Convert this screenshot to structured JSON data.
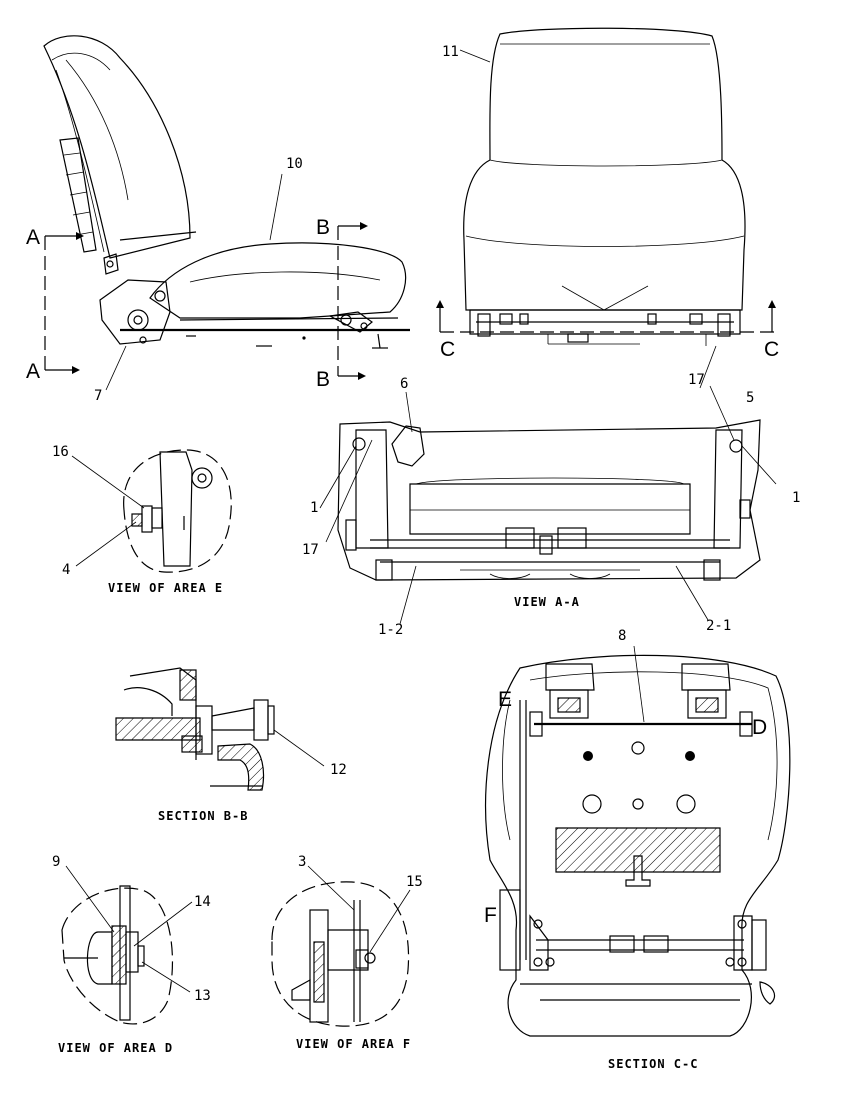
{
  "section_letters": {
    "a_top": "A",
    "a_bottom": "A",
    "b_top": "B",
    "b_bottom": "B",
    "c_left": "C",
    "c_right": "C",
    "d": "D",
    "e": "E",
    "f": "F"
  },
  "callouts": {
    "n1_left": "1",
    "n1_right": "1",
    "n1_2": "1-2",
    "n2_1": "2-1",
    "n3": "3",
    "n4": "4",
    "n5": "5",
    "n6": "6",
    "n7": "7",
    "n8": "8",
    "n9": "9",
    "n10": "10",
    "n11": "11",
    "n12": "12",
    "n13": "13",
    "n14": "14",
    "n15": "15",
    "n16": "16",
    "n17_left": "17",
    "n17_right": "17"
  },
  "captions": {
    "view_area_e": "VIEW OF AREA E",
    "view_a_a": "VIEW A-A",
    "section_b_b": "SECTION B-B",
    "view_area_d": "VIEW OF AREA D",
    "view_area_f": "VIEW OF AREA F",
    "section_c_c": "SECTION C-C"
  },
  "colors": {
    "line": "#000000",
    "background": "#ffffff"
  }
}
